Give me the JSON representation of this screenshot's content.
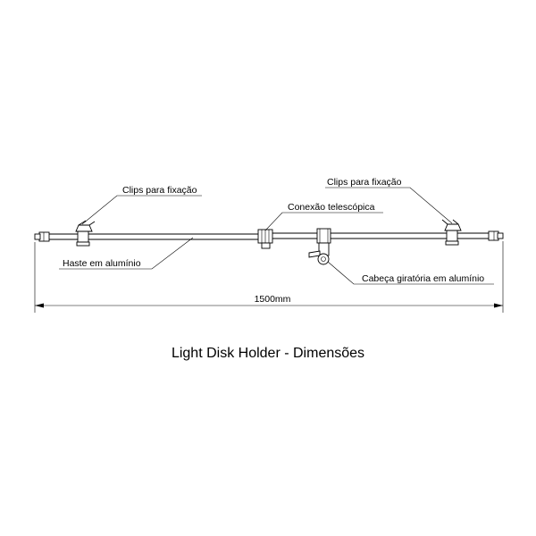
{
  "labels": {
    "clips_left": "Clips para fixação",
    "clips_right": "Clips para fixação",
    "telescopic": "Conexão telescópica",
    "rod": "Haste em alumínio",
    "head": "Cabeça giratória em alumínio"
  },
  "dimension": "1500mm",
  "title": "Light Disk Holder - Dimensões"
}
